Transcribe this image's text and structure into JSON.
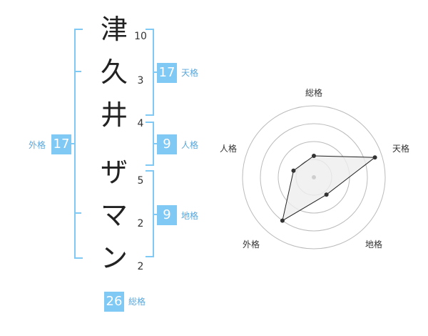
{
  "name": {
    "chars": [
      "津",
      "久",
      "井",
      "ザ",
      "マ",
      "ン"
    ],
    "strokes": [
      "10",
      "3",
      "4",
      "5",
      "2",
      "2"
    ]
  },
  "fortune": {
    "tenkaku": {
      "label": "天格",
      "value": "17"
    },
    "jinkaku": {
      "label": "人格",
      "value": "9"
    },
    "chikaku": {
      "label": "地格",
      "value": "9"
    },
    "gaikaku": {
      "label": "外格",
      "value": "17"
    },
    "soukaku": {
      "label": "総格",
      "value": "26"
    }
  },
  "chart_data": {
    "type": "radar",
    "axes": [
      "総格",
      "天格",
      "地格",
      "外格",
      "人格"
    ],
    "values": [
      0.3,
      0.9,
      0.3,
      0.75,
      0.3
    ],
    "rings": 4,
    "fill_color": "#eeeeee",
    "line_color": "#222222"
  }
}
